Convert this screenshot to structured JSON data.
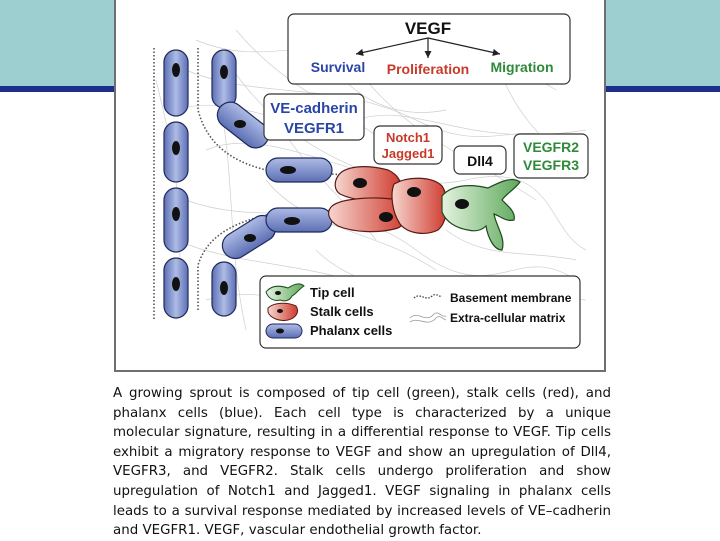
{
  "vegf_box": {
    "title": "VEGF",
    "responses": [
      {
        "label": "Survival",
        "color": "#2a45a8"
      },
      {
        "label": "Proliferation",
        "color": "#c73a2a"
      },
      {
        "label": "Migration",
        "color": "#2f8a3a"
      }
    ]
  },
  "phalanx_markers": {
    "line1": "VE-cadherin",
    "line2": "VEGFR1",
    "color": "#2a45a8"
  },
  "stalk_markers": {
    "line1": "Notch1",
    "line2": "Jagged1",
    "color": "#c73a2a"
  },
  "dll4_label": "Dll4",
  "tip_markers": {
    "line1": "VEGFR2",
    "line2": "VEGFR3",
    "color": "#2f8a3a"
  },
  "legend": {
    "tip": "Tip cell",
    "stalk": "Stalk cells",
    "phalanx": "Phalanx cells",
    "membrane": "Basement membrane",
    "matrix": "Extra-cellular matrix"
  },
  "colors": {
    "header_band": "#9ecfd0",
    "header_rule": "#1d2f8a",
    "phalanx_fill": "#8fa3d8",
    "stalk_fill": "#d9534f",
    "tip_fill": "#7cc07a"
  },
  "caption": "A growing sprout is composed of tip cell (green), stalk cells (red), and phalanx cells (blue). Each cell type is characterized by a unique molecular signature, resulting in a differential response to VEGF. Tip cells exhibit a migratory response to VEGF and show an upregulation of Dll4, VEGFR3, and VEGFR2. Stalk cells undergo proliferation and show upregulation of Notch1 and Jagged1. VEGF signaling in phalanx cells leads to a survival response mediated by increased levels of VE–cadherin and VEGFR1. VEGF, vascular endothelial growth factor."
}
